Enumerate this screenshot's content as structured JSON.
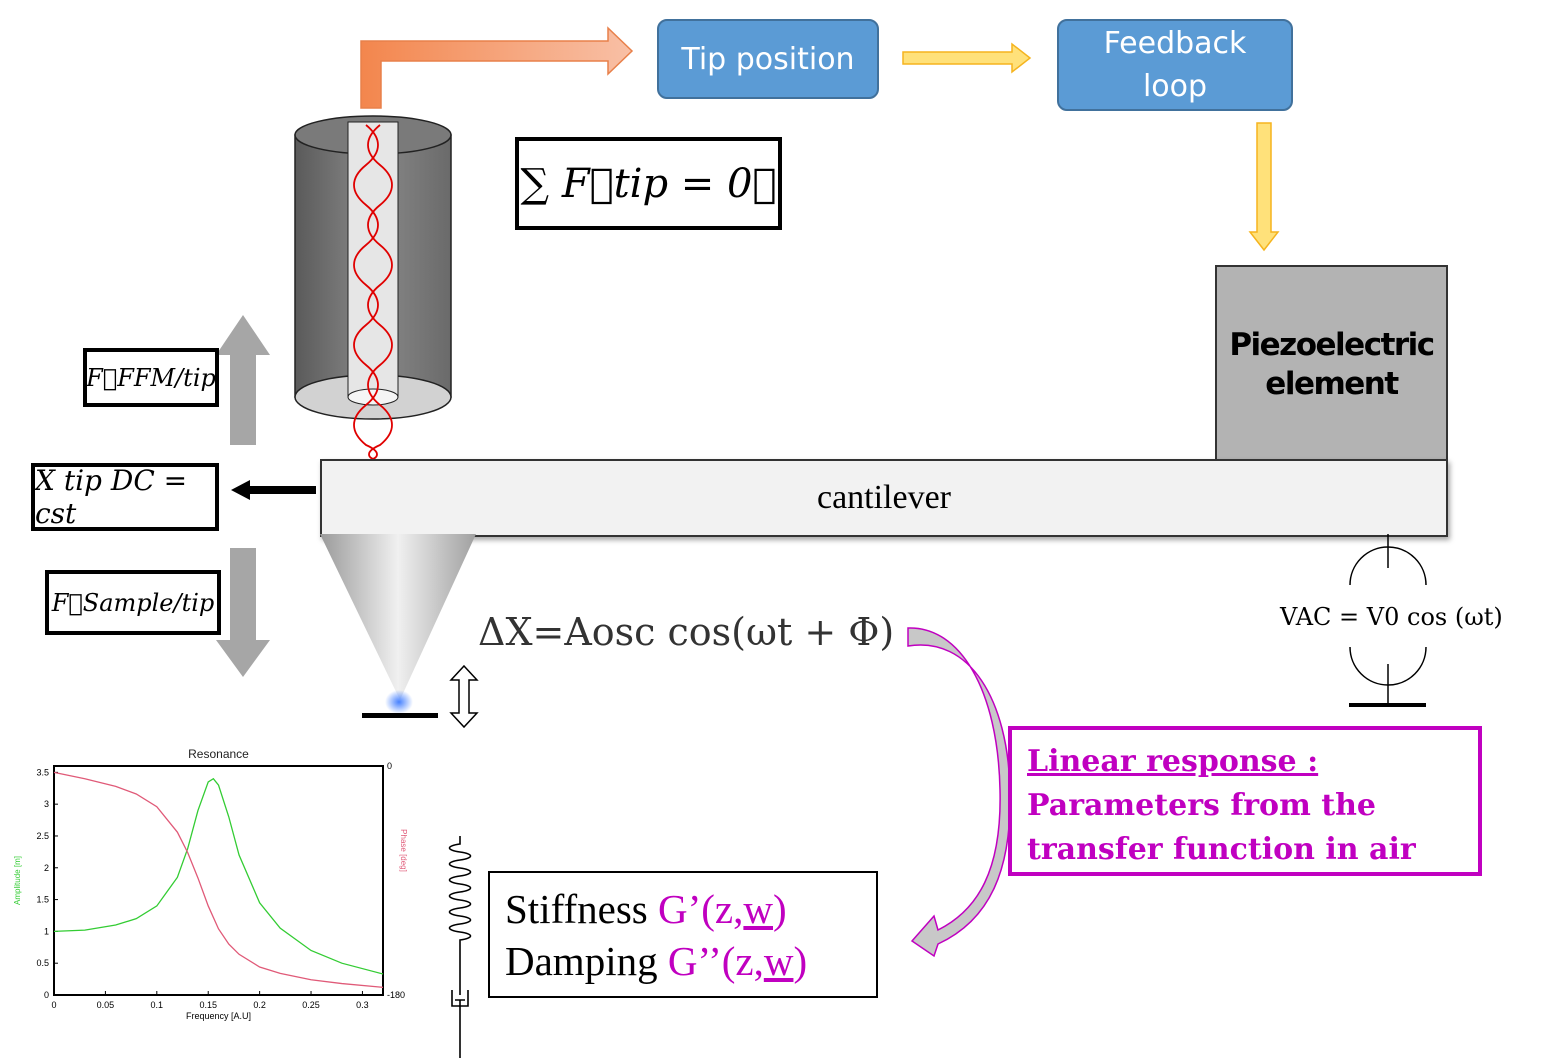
{
  "flow": {
    "tip_position": "Tip position",
    "feedback_loop_line1": "Feedback",
    "feedback_loop_line2": "loop"
  },
  "equations": {
    "sum_forces": "∑ F⃗tip = 0⃗",
    "f_ffm": "F⃗FFM/tip",
    "x_dc": "X tip DC = cst",
    "f_sample": "F⃗Sample/tip",
    "delta_x": "ΔX=Aosc cos(ωt + Φ)",
    "v_ac": "VAC = V0 cos (ωt)"
  },
  "piezo": {
    "line1": "Piezoelectric",
    "line2": "element"
  },
  "cantilever": {
    "label": "cantilever"
  },
  "linear_response": {
    "line1": "Linear  response :",
    "line2": "Parameters  from  the",
    "line3": "transfer function   in air"
  },
  "mechanics": {
    "stiffness_label": "Stiffness ",
    "stiffness_value": "G’(z,",
    "stiffness_w": "w",
    "damping_label": "Damping ",
    "damping_value": "G’’(z,",
    "damping_w": "w",
    "close": ")"
  },
  "chart_data": {
    "type": "line",
    "title": "Resonance",
    "xlabel": "Frequency [A.U]",
    "ylabel": "Amplitude [m]",
    "y2label": "Phase [deg]",
    "xlim": [
      0,
      0.32
    ],
    "ylim": [
      0,
      3.6
    ],
    "y2lim": [
      -180,
      0
    ],
    "x_ticks": [
      "0",
      "0.05",
      "0.1",
      "0.15",
      "0.2",
      "0.25",
      "0.3"
    ],
    "y_ticks": [
      "0",
      "0.5",
      "1",
      "1.5",
      "2",
      "2.5",
      "3",
      "3.5"
    ],
    "y2_ticks": [
      "0",
      "-180"
    ],
    "series": [
      {
        "name": "Amplitude [m]",
        "color": "#33cc33",
        "x": [
          0,
          0.03,
          0.06,
          0.08,
          0.1,
          0.12,
          0.13,
          0.14,
          0.15,
          0.155,
          0.16,
          0.17,
          0.18,
          0.2,
          0.22,
          0.25,
          0.28,
          0.32
        ],
        "y": [
          1.0,
          1.02,
          1.1,
          1.2,
          1.4,
          1.85,
          2.3,
          2.9,
          3.35,
          3.4,
          3.3,
          2.8,
          2.2,
          1.45,
          1.05,
          0.7,
          0.5,
          0.33
        ]
      },
      {
        "name": "Phase [deg]",
        "color": "#e05a78",
        "x": [
          0,
          0.03,
          0.06,
          0.08,
          0.1,
          0.12,
          0.13,
          0.14,
          0.15,
          0.16,
          0.17,
          0.18,
          0.2,
          0.22,
          0.25,
          0.28,
          0.32
        ],
        "y": [
          -5,
          -10,
          -16,
          -22,
          -32,
          -52,
          -68,
          -88,
          -110,
          -128,
          -140,
          -148,
          -158,
          -163,
          -168,
          -171,
          -174
        ]
      }
    ]
  }
}
